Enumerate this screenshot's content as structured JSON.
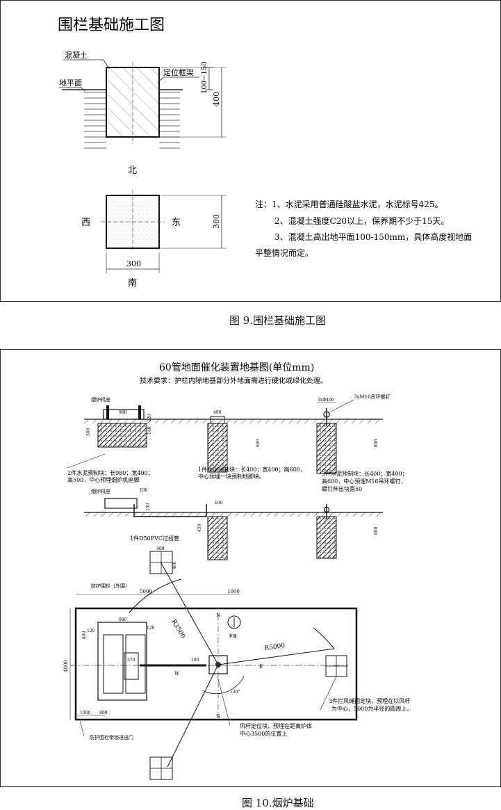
{
  "fig9": {
    "title": "围栏基础施工图",
    "labels": {
      "concrete": "混凝土",
      "ground": "地平面",
      "frame": "定位框架",
      "dim_top": "100~150",
      "dim_depth": "400",
      "north": "北",
      "south": "南",
      "west": "西",
      "east": "东",
      "dim_side": "300",
      "dim_bottom": "300"
    },
    "notes": [
      "注：1、水泥采用普通硅酸盐水泥，水泥标号425。",
      "2、混凝土强度C20以上，保养期不少于15天。",
      "3、混凝土高出地平面100-150mm，具体高度视地面",
      "平整情况而定。"
    ],
    "caption": "图 9.围栏基础施工图"
  },
  "fig10": {
    "title": "60管地面催化装置地基图(单位mm)",
    "subtitle": "技术要求：护栏内除地基部分外地面需进行硬化或绿化处理。",
    "labels": {
      "furnace_base": "烟炉机座",
      "furnace_base2": "烟炉机座",
      "bolt": "3xM16吊环螺钉",
      "dim_3x400": "3xΦ400",
      "dim_400a": "400",
      "dim_980": "980",
      "dim_120": "120",
      "dim_140": "140",
      "dim_500": "500",
      "dim_600a": "600",
      "dim_600b": "600",
      "dim_100a": "100",
      "dim_150": "150",
      "dim_100b": "100",
      "dim_450": "450",
      "dim_600c": "600",
      "note1a": "2件水泥预制块：长980；宽400；",
      "note1b": "高500，中心预埋烟炉机座脚",
      "note2a": "1件水泥预制块：长400；宽400；高600，",
      "note2b": "中心预埋一块预制地脚块。",
      "note3a": "3件水泥预制块：长400；宽400；",
      "note3b": "高600，中心预埋M16吊环螺钉，",
      "note3c": "螺钉伸出块面50",
      "pvc": "1件D50PVC过线管",
      "fence": "防护围栏（外围）",
      "dim_5000": "5000",
      "dim_1000": "1000",
      "dim_4000": "4000",
      "dim_980b": "980",
      "dim_120b": "120",
      "dim_120c": "120",
      "dim_400b": "400",
      "dim_370": "370",
      "dim_100c": "100",
      "dim_400c": "400",
      "dim_400d": "400",
      "r3500": "R3500",
      "r5000": "R5000",
      "dim_120d": "120°",
      "north": "N",
      "south": "S",
      "west": "W",
      "east": "E",
      "compass": "罗盘",
      "dim_1000b": "1000",
      "dim_800": "800",
      "door": "防护围栏带锁进出门",
      "anchor_a": "风杆定位块，预埋在距离炉体",
      "anchor_b": "中心3500的位置上",
      "guy_a": "3件拦风绳固定块，预埋在以风杆",
      "guy_b": "为中心，5000为半径的圆周上。"
    },
    "caption": "图 10.烟炉基础"
  }
}
